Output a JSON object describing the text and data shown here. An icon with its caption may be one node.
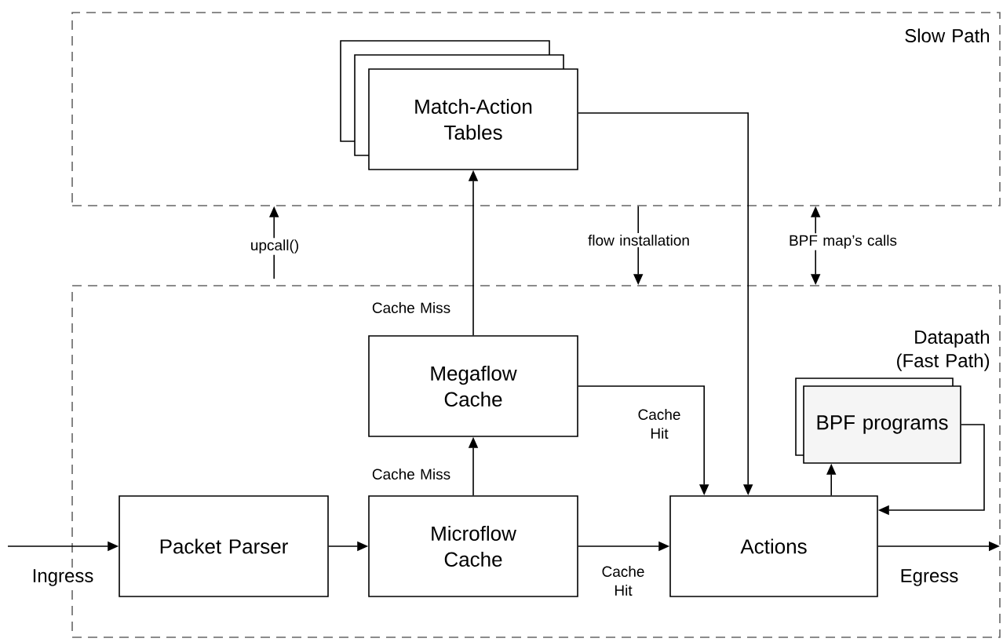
{
  "diagram": {
    "nodes": [
      {
        "text": [
          "Slow Path"
        ]
      },
      {
        "text": [
          "Datapath (Fast Path)"
        ]
      },
      {
        "text": [
          "Match-Action Tables"
        ],
        "in": 0
      },
      {
        "text": [
          "Megaflow Cache"
        ],
        "in": 1
      },
      {
        "text": [
          "Packet Parser"
        ],
        "in": 1
      },
      {
        "text": [
          "Microflow Cache"
        ],
        "in": 1
      },
      {
        "text": [
          "Actions"
        ],
        "in": 1
      },
      {
        "text": [
          "BPF programs"
        ],
        "in": 1
      }
    ],
    "edges": [
      {
        "from": null,
        "to": 4,
        "arrow": "to",
        "label": "Ingress"
      },
      {
        "from": 4,
        "to": 5,
        "arrow": "to"
      },
      {
        "from": 5,
        "to": 6,
        "arrow": "to",
        "label": "Cache Hit"
      },
      {
        "from": 5,
        "to": 3,
        "arrow": "to",
        "label": "Cache Miss"
      },
      {
        "from": 3,
        "to": 6,
        "arrow": "to",
        "label": "Cache Hit"
      },
      {
        "from": 3,
        "to": 2,
        "arrow": "to",
        "label": "Cache Miss"
      },
      {
        "from": 2,
        "to": 6,
        "arrow": "to"
      },
      {
        "from": 6,
        "to": 7,
        "arrow": "to"
      },
      {
        "from": 7,
        "to": 6,
        "arrow": "to"
      },
      {
        "from": 6,
        "to": null,
        "arrow": "to",
        "label": "Egress"
      },
      {
        "from": 1,
        "to": 0,
        "arrow": "to",
        "label": "upcall()"
      },
      {
        "from": 0,
        "to": 1,
        "arrow": "to",
        "label": "flow installation"
      },
      {
        "from": 1,
        "to": 0,
        "arrow": "both",
        "label": "BPF map’s calls"
      }
    ]
  }
}
